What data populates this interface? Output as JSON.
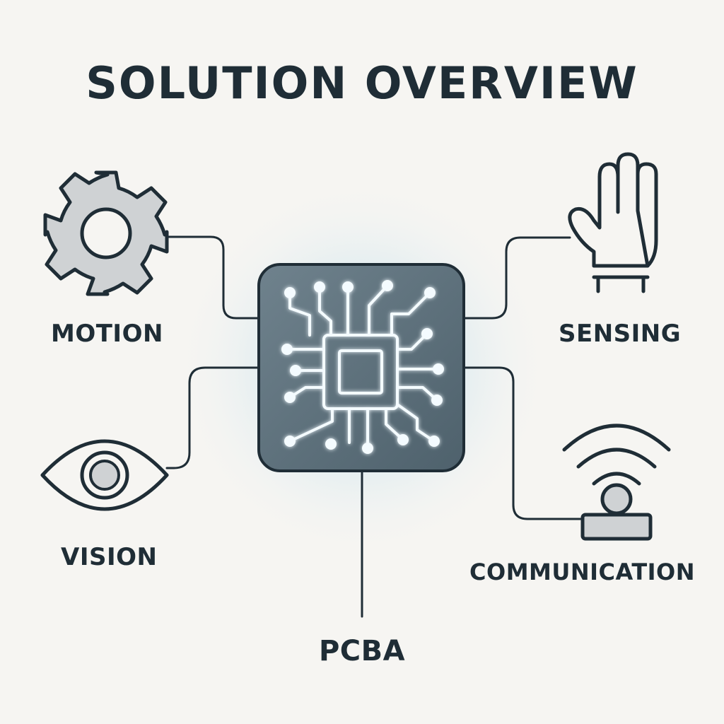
{
  "title": "SOLUTION OVERVIEW",
  "nodes": {
    "motion": {
      "label": "MOTION",
      "icon": "gear-icon"
    },
    "vision": {
      "label": "VISION",
      "icon": "eye-icon"
    },
    "sensing": {
      "label": "SENSING",
      "icon": "hand-icon"
    },
    "communication": {
      "label": "COMMUNICATION",
      "icon": "wireless-signal-icon"
    },
    "pcba": {
      "label": "PCBA",
      "icon": "microchip-icon"
    }
  },
  "colors": {
    "background": "#f6f5f2",
    "stroke": "#1f2d36",
    "chip_fill": "#5b6e7a",
    "glow": "#cfe6ef",
    "icon_fill": "#cfd2d4"
  }
}
